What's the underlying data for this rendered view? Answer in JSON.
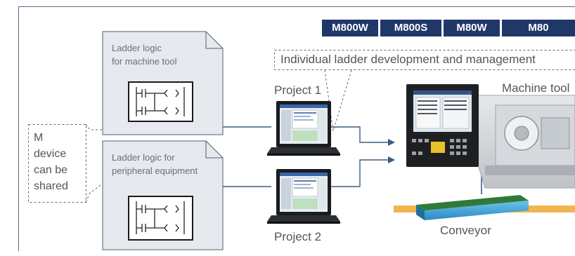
{
  "model_tags": [
    "M800W",
    "M800S",
    "M80W",
    "M80"
  ],
  "callout": "Individual ladder development and management",
  "doc1": {
    "line1": "Ladder logic",
    "line2": "for machine tool"
  },
  "doc2": {
    "line1": "Ladder logic for",
    "line2": "peripheral equipment"
  },
  "shared_note": [
    "M",
    "device",
    "can be",
    "shared"
  ],
  "project1": "Project 1",
  "project2": "Project 2",
  "machine_label": "Machine tool",
  "conveyor_label": "Conveyor",
  "colors": {
    "tag_bg": "#1f3868",
    "line": "#3b5b82",
    "conveyor_rail": "#f2b450",
    "belt": "#37a1d6"
  }
}
